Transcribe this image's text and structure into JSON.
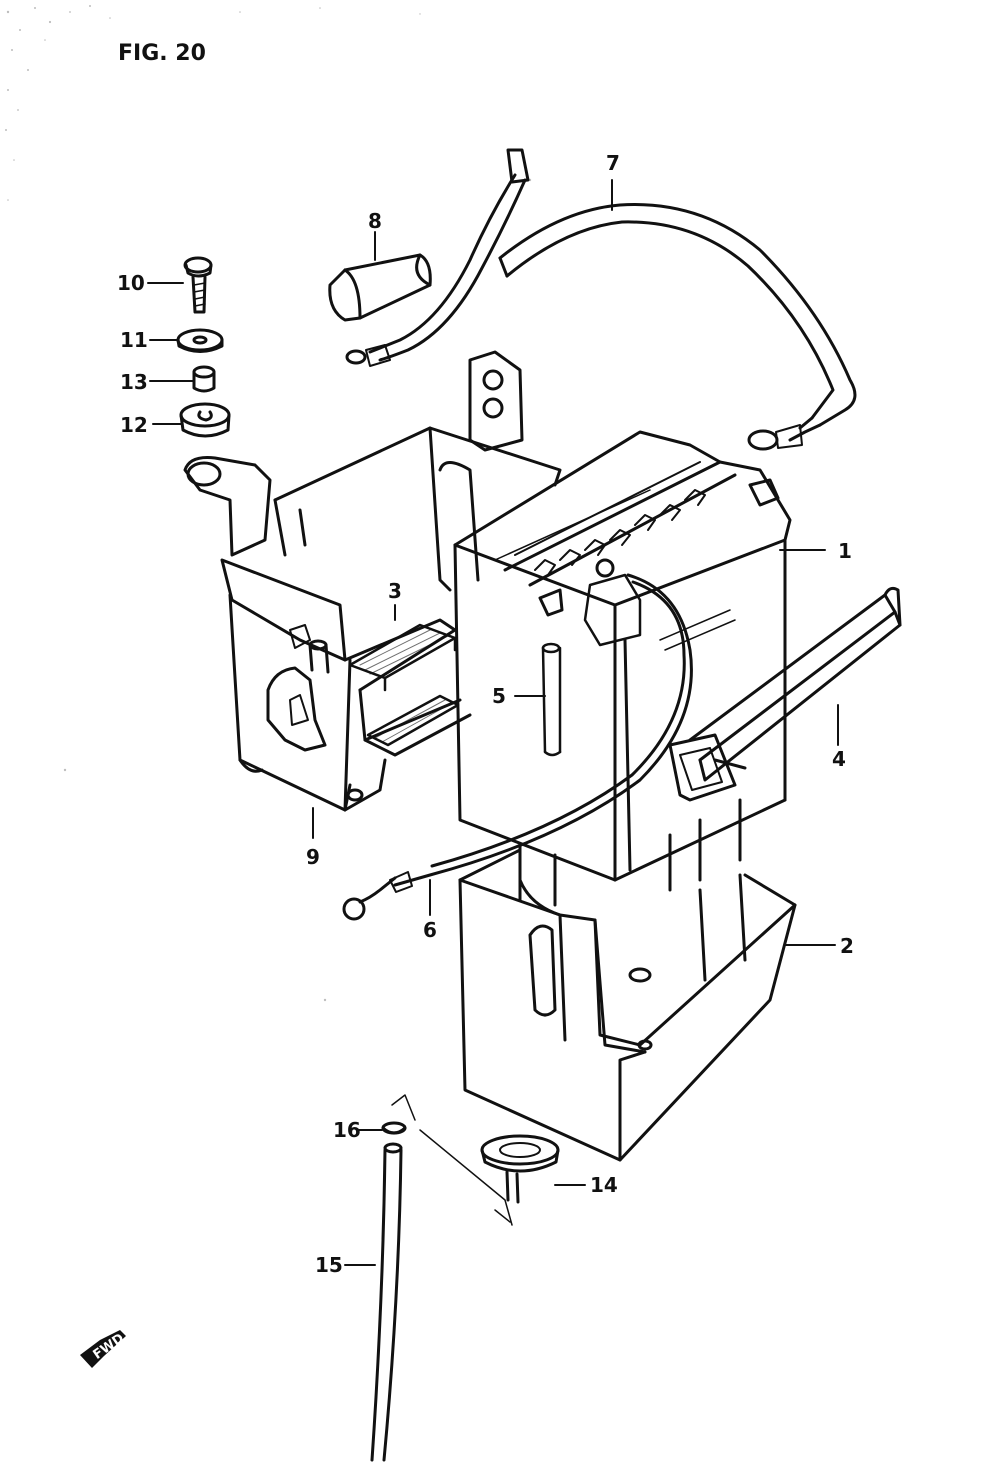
{
  "figure": {
    "title": "FIG. 20"
  },
  "direction_label": "FWD",
  "callouts": {
    "c1": "1",
    "c2": "2",
    "c3": "3",
    "c4": "4",
    "c5": "5",
    "c6": "6",
    "c7": "7",
    "c8": "8",
    "c9": "9",
    "c10": "10",
    "c11": "11",
    "c12": "12",
    "c13": "13",
    "c14": "14",
    "c15": "15",
    "c16": "16"
  },
  "colors": {
    "ink": "#111111",
    "paper": "#ffffff"
  }
}
